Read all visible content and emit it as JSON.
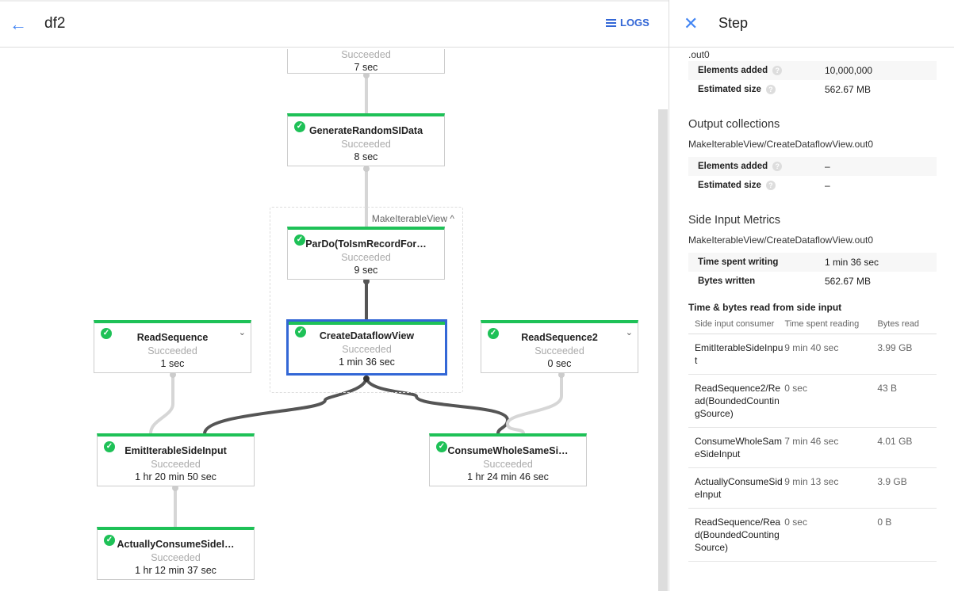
{
  "header": {
    "back_icon": "arrow-left-icon",
    "title": "df2",
    "logs_label": "LOGS",
    "logs_icon": "list-icon"
  },
  "graph": {
    "group_label": "MakeIterableView",
    "nodes": [
      {
        "name": "",
        "status": "Succeeded",
        "time": "7 sec"
      },
      {
        "name": "GenerateRandomSIData",
        "status": "Succeeded",
        "time": "8 sec"
      },
      {
        "name": "ParDo(ToIsmRecordFor…",
        "status": "Succeeded",
        "time": "9 sec"
      },
      {
        "name": "CreateDataflowView",
        "status": "Succeeded",
        "time": "1 min 36 sec"
      },
      {
        "name": "ReadSequence",
        "status": "Succeeded",
        "time": "1 sec"
      },
      {
        "name": "ReadSequence2",
        "status": "Succeeded",
        "time": "0 sec"
      },
      {
        "name": "EmitIterableSideInput",
        "status": "Succeeded",
        "time": "1 hr 20 min 50 sec"
      },
      {
        "name": "ConsumeWholeSameSi…",
        "status": "Succeeded",
        "time": "1 hr 24 min 46 sec"
      },
      {
        "name": "ActuallyConsumeSideI…",
        "status": "Succeeded",
        "time": "1 hr 12 min 37 sec"
      }
    ],
    "colors": {
      "success": "#1ec157",
      "selected": "#3367d6"
    }
  },
  "panel": {
    "title": "Step",
    "close_icon": "close-icon",
    "input_tail": ".out0",
    "input_metrics": [
      {
        "label": "Elements added",
        "value": "10,000,000"
      },
      {
        "label": "Estimated size",
        "value": "562.67 MB"
      }
    ],
    "output_title": "Output collections",
    "output_name": "MakeIterableView/CreateDataflowView.out0",
    "output_metrics": [
      {
        "label": "Elements added",
        "value": "–"
      },
      {
        "label": "Estimated size",
        "value": "–"
      }
    ],
    "side_title": "Side Input Metrics",
    "side_name": "MakeIterableView/CreateDataflowView.out0",
    "side_metrics": [
      {
        "label": "Time spent writing",
        "value": "1 min 36 sec"
      },
      {
        "label": "Bytes written",
        "value": "562.67 MB"
      }
    ],
    "read_title": "Time & bytes read from side input",
    "read_headers": [
      "Side input consumer",
      "Time spent reading",
      "Bytes read"
    ],
    "read_rows": [
      [
        "EmitIterableSideInput",
        "9 min 40 sec",
        "3.99 GB"
      ],
      [
        "ReadSequence2/Read(BoundedCountingSource)",
        "0 sec",
        "43 B"
      ],
      [
        "ConsumeWholeSameSideInput",
        "7 min 46 sec",
        "4.01 GB"
      ],
      [
        "ActuallyConsumeSideInput",
        "9 min 13 sec",
        "3.9 GB"
      ],
      [
        "ReadSequence/Read(BoundedCountingSource)",
        "0 sec",
        "0 B"
      ]
    ]
  }
}
